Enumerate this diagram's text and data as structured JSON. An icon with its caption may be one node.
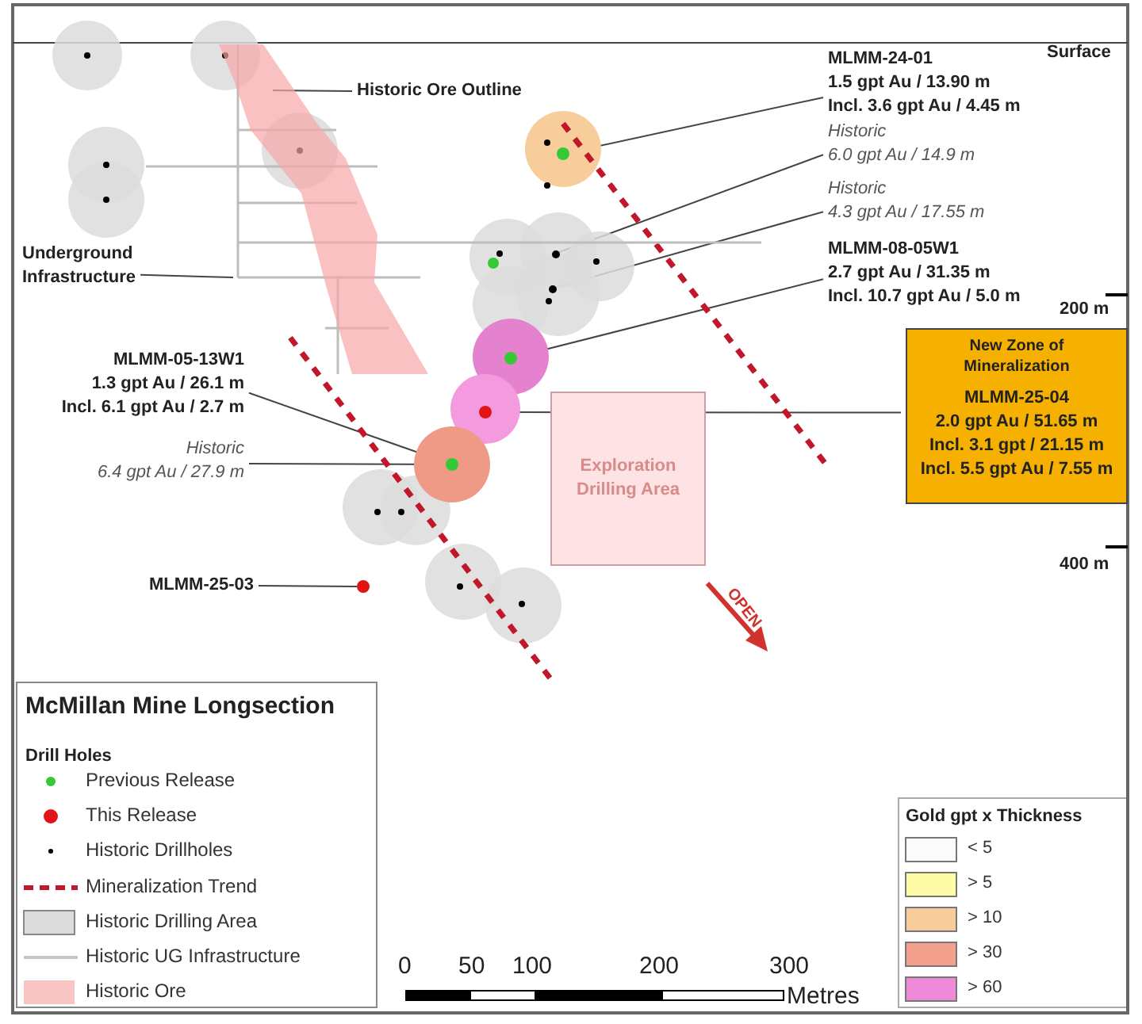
{
  "diagram": {
    "title": "McMillan Mine Longsection",
    "nodes": [
      {
        "text": [
          "Historic Ore Outline"
        ]
      },
      {
        "text": [],
        "shape": "band"
      },
      {
        "text": [
          "Underground Infrastructure"
        ]
      },
      {
        "text": [
          "MLMM-24-01",
          "1.5 gpt Au / 13.90 m",
          "Incl. 3.6 gpt Au / 4.45 m"
        ]
      },
      {
        "text": [],
        "shape": "circle"
      },
      {
        "text": [
          "Historic",
          "6.0 gpt Au / 14.9 m"
        ]
      },
      {
        "text": [],
        "shape": "circle"
      },
      {
        "text": [
          "Historic",
          "4.3 gpt Au / 17.55 m"
        ]
      },
      {
        "text": [],
        "shape": "circle"
      },
      {
        "text": [
          "MLMM-08-05W1",
          "2.7 gpt Au / 31.35 m",
          "Incl. 10.7 gpt Au / 5.0 m"
        ]
      },
      {
        "text": [],
        "shape": "circle"
      },
      {
        "text": [
          "MLMM-05-13W1",
          "1.3 gpt Au / 26.1 m",
          "Incl. 6.1 gpt Au / 2.7 m"
        ]
      },
      {
        "text": [
          "Historic",
          "6.4 gpt Au / 27.9 m"
        ]
      },
      {
        "text": [],
        "shape": "circle"
      },
      {
        "text": [
          "New Zone of Mineralization",
          "MLMM-25-04",
          "2.0 gpt Au / 51.65 m",
          "Incl. 3.1 gpt / 21.15 m",
          "Incl. 5.5 gpt Au / 7.55 m"
        ]
      },
      {
        "text": [],
        "shape": "circle"
      },
      {
        "text": [
          "Exploration Drilling Area"
        ]
      },
      {
        "text": [
          "MLMM-25-03"
        ]
      },
      {
        "text": [],
        "shape": "circle"
      }
    ],
    "edges": [
      {
        "from": 0,
        "to": 1,
        "arrow": "none"
      },
      {
        "from": 2,
        "to": null,
        "arrow": "none"
      },
      {
        "from": 3,
        "to": 4,
        "arrow": "none"
      },
      {
        "from": 5,
        "to": 6,
        "arrow": "none"
      },
      {
        "from": 7,
        "to": 8,
        "arrow": "none"
      },
      {
        "from": 9,
        "to": 10,
        "arrow": "none"
      },
      {
        "from": 11,
        "to": 13,
        "arrow": "none"
      },
      {
        "from": 12,
        "to": 13,
        "arrow": "none"
      },
      {
        "from": 14,
        "to": 15,
        "arrow": "none"
      },
      {
        "from": 17,
        "to": 18,
        "arrow": "none"
      }
    ],
    "labels": [
      "Surface",
      "200 m",
      "400 m",
      "OPEN",
      "Drill Holes",
      "0",
      "50",
      "100",
      "200",
      "300",
      "Metres",
      "Gold gpt x Thickness"
    ],
    "legend": [
      {
        "text": "Previous Release"
      },
      {
        "text": "This Release"
      },
      {
        "text": "Historic Drillholes"
      },
      {
        "text": "Mineralization Trend"
      },
      {
        "text": "Historic Drilling Area",
        "color": "#dcdcdc"
      },
      {
        "text": "Historic UG Infrastructure"
      },
      {
        "text": "Historic Ore",
        "color": "#f9c4c4"
      },
      {
        "text": "< 5",
        "color": "#fbfbfb"
      },
      {
        "text": "> 5",
        "color": "#fffca8"
      },
      {
        "text": "> 10",
        "color": "#f8cd9c"
      },
      {
        "text": "> 30",
        "color": "#f3a08e"
      },
      {
        "text": "> 60",
        "color": "#ef8ad8"
      }
    ]
  }
}
